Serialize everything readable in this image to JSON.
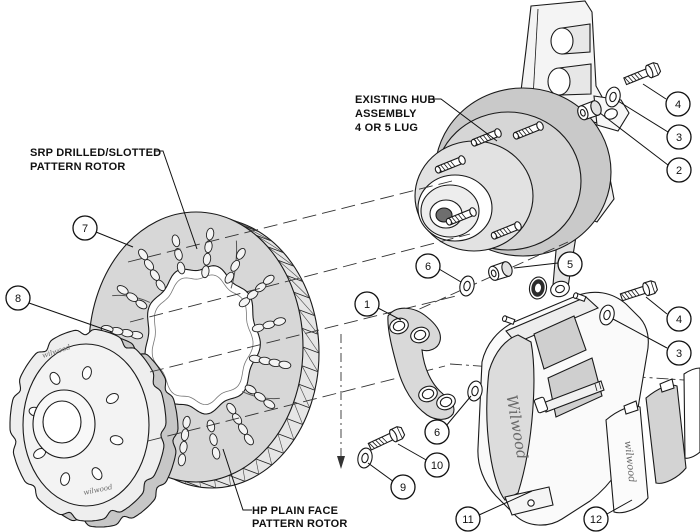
{
  "diagram": {
    "labels": {
      "hub_line1": "EXISTING HUB",
      "hub_line2": "ASSEMBLY",
      "hub_line3": "4 OR 5 LUG",
      "srp_line1": "SRP DRILLED/SLOTTED",
      "srp_line2": "PATTERN ROTOR",
      "hp_line1": "HP PLAIN FACE",
      "hp_line2": "PATTERN ROTOR"
    },
    "brand": {
      "caliper_script": "Wilwood",
      "pad_script": "wilwood",
      "hat_script_top": "wilwood",
      "hat_script_bottom": "wilwood"
    },
    "callouts": {
      "c1": "1",
      "c2": "2",
      "c3_top": "3",
      "c4_top": "4",
      "c3_mid": "3",
      "c4_mid": "4",
      "c5": "5",
      "c6_top": "6",
      "c6_bot": "6",
      "c7": "7",
      "c8": "8",
      "c9": "9",
      "c10": "10",
      "c11": "11",
      "c12": "12"
    },
    "colors": {
      "line": "#1a1a1a",
      "part_gray": "#d6d6d6",
      "light_gray": "#ededed",
      "dark_ring": "#2b2b2b",
      "background": "#ffffff"
    }
  }
}
